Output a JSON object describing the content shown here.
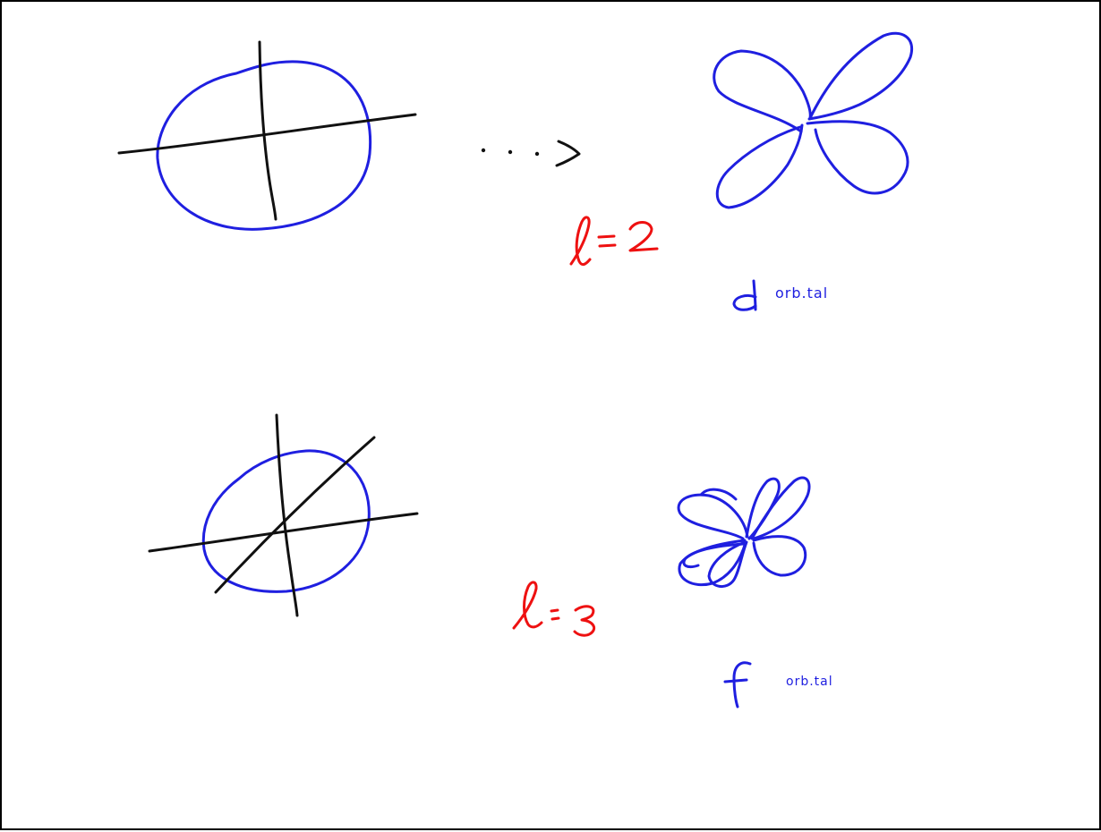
{
  "colors": {
    "axis": "#111111",
    "orbital": "#1f1fe0",
    "quantum_label": "#ee1111",
    "border": "#000000"
  },
  "labels": {
    "d_letter": "d",
    "d_word": "orb.tal",
    "f_letter": "f",
    "f_word": "orb.tal",
    "l_symbol": "l",
    "equals_top": "=",
    "l2_value": "2",
    "equals_bottom": "=",
    "l3_value": "3"
  }
}
